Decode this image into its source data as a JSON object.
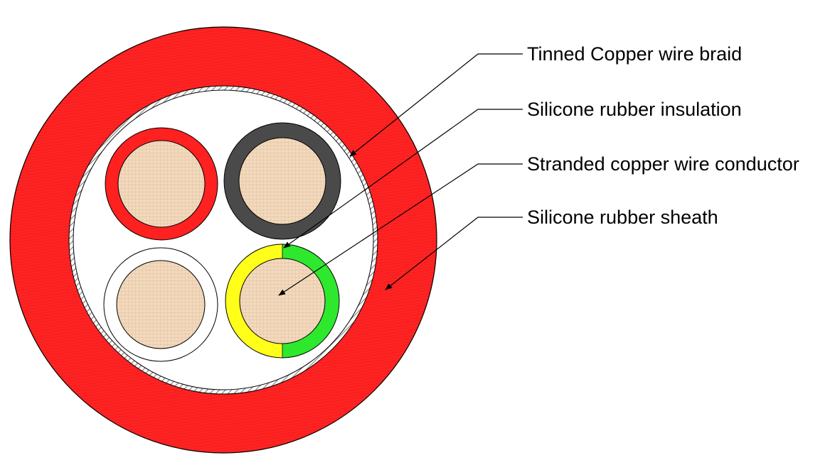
{
  "labels": {
    "braid": "Tinned Copper wire braid",
    "insulation": "Silicone rubber insulation",
    "conductor": "Stranded copper wire conductor",
    "sheath": "Silicone rubber sheath"
  },
  "colors": {
    "sheath": "#ff2020",
    "braid": "#a8a8a8",
    "filler": "#ffffff",
    "conductor": "#f3d9bd",
    "core_red": "#ff2020",
    "core_black": "#4a4a4a",
    "core_white": "#ffffff",
    "core_yellow": "#ffff1a",
    "core_green": "#2ee82e",
    "leader": "#000000"
  },
  "cores": [
    {
      "name": "core-red",
      "insulation": "red"
    },
    {
      "name": "core-black",
      "insulation": "black"
    },
    {
      "name": "core-white",
      "insulation": "white"
    },
    {
      "name": "core-yellow-green",
      "insulation": "yellow-green"
    }
  ]
}
